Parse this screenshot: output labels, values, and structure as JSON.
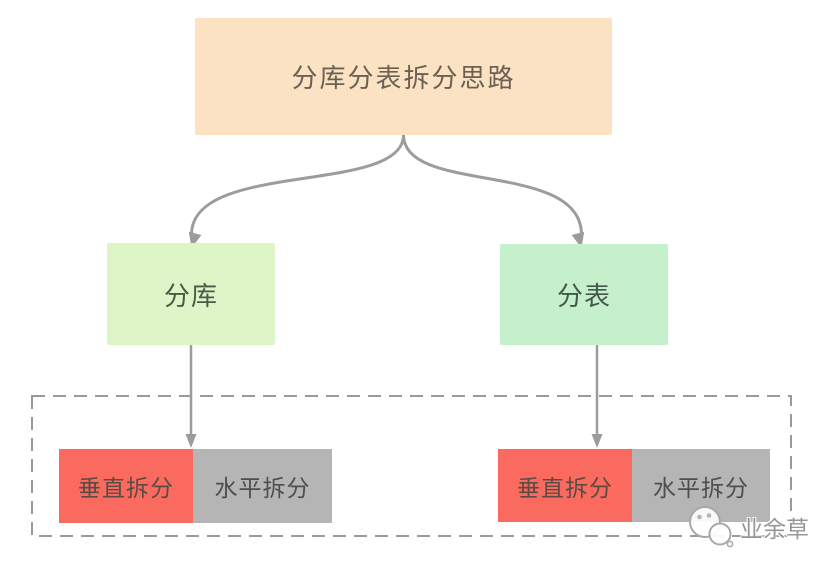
{
  "diagram": {
    "title": {
      "label": "分库分表拆分思路"
    },
    "branches": [
      {
        "id": "fenku",
        "label": "分库"
      },
      {
        "id": "fenbiao",
        "label": "分表"
      }
    ],
    "split_groups": [
      {
        "parent": "分库",
        "items": [
          {
            "label": "垂直拆分",
            "type": "vertical-split"
          },
          {
            "label": "水平拆分",
            "type": "horizontal-split"
          }
        ]
      },
      {
        "parent": "分表",
        "items": [
          {
            "label": "垂直拆分",
            "type": "vertical-split"
          },
          {
            "label": "水平拆分",
            "type": "horizontal-split"
          }
        ]
      }
    ],
    "colors": {
      "title_bg": "#fbe2c3",
      "branch_fenku_bg": "#def5c7",
      "branch_fenbiao_bg": "#c6efcb",
      "vertical_split_bg": "#fb6a5e",
      "horizontal_split_bg": "#b5b5b5",
      "connector": "#9c9c9c",
      "dashed_border": "#9a9a9a",
      "title_text": "#6b6053",
      "watermark_text": "#8f8f8f"
    },
    "watermark": {
      "text": "业余草",
      "icon": "cloud-bubbles-icon"
    }
  }
}
